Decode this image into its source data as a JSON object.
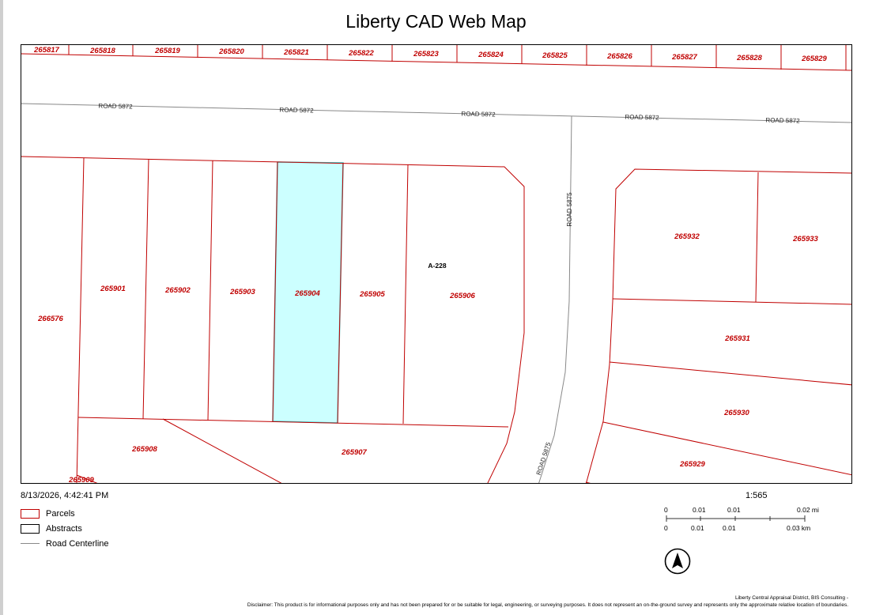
{
  "title": "Liberty CAD Web Map",
  "timestamp": "8/13/2026, 4:42:41 PM",
  "scale_ratio": "1:565",
  "scale_bar": {
    "miles": [
      "0",
      "0.01",
      "0.01",
      "0.02 mi"
    ],
    "kilometers": [
      "0",
      "0.01",
      "0.01",
      "0.03 km"
    ]
  },
  "legend": {
    "parcels": "Parcels",
    "abstracts": "Abstracts",
    "road_centerline": "Road Centerline"
  },
  "colors": {
    "parcel_line": "#c00000",
    "selected_fill": "#ccffff",
    "selected_outline": "#33cccc",
    "road_line": "#888888"
  },
  "map": {
    "top_parcels": [
      "265817",
      "265818",
      "265819",
      "265820",
      "265821",
      "265822",
      "265823",
      "265824",
      "265825",
      "265826",
      "265827",
      "265828",
      "265829"
    ],
    "parcels": {
      "p265901": "265901",
      "p265902": "265902",
      "p265903": "265903",
      "p265904": "265904",
      "p265905": "265905",
      "p265906": "265906",
      "p265907": "265907",
      "p265908": "265908",
      "p265909": "265909",
      "p266576": "266576",
      "p265929": "265929",
      "p265930": "265930",
      "p265931": "265931",
      "p265932": "265932",
      "p265933": "265933"
    },
    "selected_parcel": "265904",
    "abstract_label": "A-228",
    "road_5872": "ROAD 5872",
    "road_5875": "ROAD 5875"
  },
  "disclaimer": {
    "line1": "Liberty Central Appraisal District, BIS Consulting -",
    "line2": "Disclaimer: This product is for informational purposes only and has not been prepared for or be suitable for legal, engineering, or surveying purposes. It does not represent an on-the-ground survey and represents only the approximate relative location of boundaries."
  }
}
